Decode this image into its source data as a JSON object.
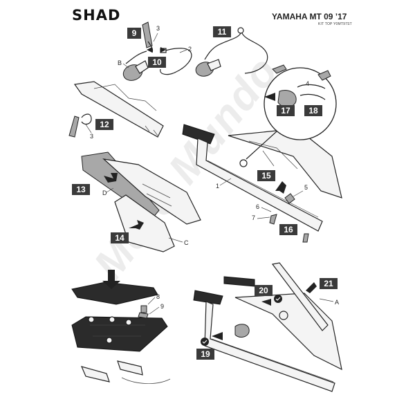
{
  "header": {
    "brand": "SHAD",
    "model": "YAMAHA MT 09 ’17",
    "kit_code": "KIT TOP Y0MT97ST"
  },
  "watermark": "Moto Mundo",
  "steps": [
    {
      "id": "9",
      "label": "9"
    },
    {
      "id": "10",
      "label": "10"
    },
    {
      "id": "11",
      "label": "11"
    },
    {
      "id": "12",
      "label": "12"
    },
    {
      "id": "13",
      "label": "13"
    },
    {
      "id": "14",
      "label": "14"
    },
    {
      "id": "15",
      "label": "15"
    },
    {
      "id": "16",
      "label": "16"
    },
    {
      "id": "17",
      "label": "17"
    },
    {
      "id": "18",
      "label": "18"
    },
    {
      "id": "19",
      "label": "19"
    },
    {
      "id": "20",
      "label": "20"
    },
    {
      "id": "21",
      "label": "21"
    }
  ],
  "callouts": {
    "n1": "1",
    "n2": "2",
    "n3a": "3",
    "n3b": "3",
    "n4": "4",
    "n5": "5",
    "n6": "6",
    "n7": "7",
    "n8": "8",
    "n9": "9",
    "a": "A",
    "b": "B",
    "c": "C",
    "d": "D"
  },
  "colors": {
    "step_box": "#3a3a3a",
    "step_text": "#ffffff",
    "line_art": "#222222",
    "shade": "#9a9a9a",
    "dark_part": "#2b2b2b"
  }
}
